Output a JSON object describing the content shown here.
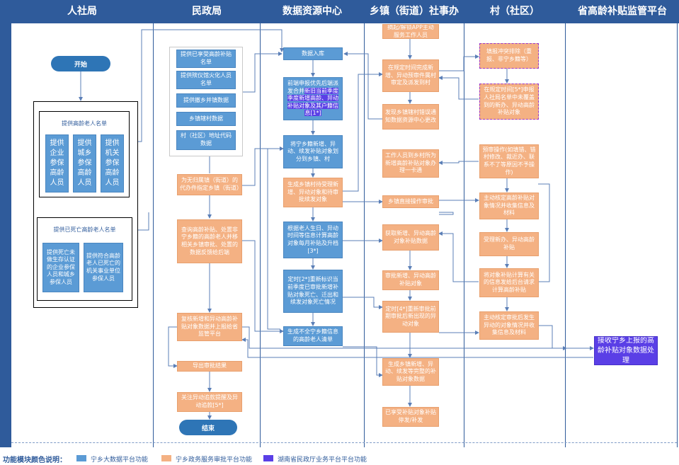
{
  "lanes": [
    "人社局",
    "民政局",
    "数据资源中心",
    "乡镇（街道）社事办",
    "村（社区）",
    "省高龄补贴监管平台"
  ],
  "nodes": {
    "start": "开始",
    "end": "结束",
    "hr_group1_title": "提供高龄老人名单",
    "hr_g1_a": "提供企业参保高龄人员",
    "hr_g1_b": "提供城乡参保高龄人员",
    "hr_g1_c": "提供机关参保高龄人员",
    "hr_group2_title": "提供已死亡高龄老人名单",
    "hr_g2_a": "提供死亡未做生存认证的企业参保人员和城乡参保人员",
    "hr_g2_b": "提供符合高龄老人已死亡的机关事业单位参保人员",
    "ca_1": "提供已享受高龄补贴名单",
    "ca_2": "提供殡仪馆火化人员名单",
    "ca_3": "提供撤乡并镇数据",
    "ca_4": "乡镇辖村数据",
    "ca_5": "村（社区）地址代码数据",
    "ca_6": "为无归属镇（街道）的代办件指定乡镇（街道）",
    "ca_7": "查询高龄补贴、处置非宁乡籍的高龄老人并移相关乡镇审批、处置的数据反馈给后端",
    "ca_8": "复核新增和异动高龄补贴对象数据并上报给省监管平台",
    "ca_9": "导出审批结果",
    "ca_10": "关注异动追款提醒及异动追款[5*]",
    "dc_1": "数据入库",
    "dc_2_pre": "前端申报优先后端派发合并",
    "dc_2_hl": "新旧当前季度季度新增高龄、异动补贴对象及其户籍信息[1*]",
    "dc_3": "将宁乡籍新增、异动、续发补贴对象划分到乡镇、村",
    "dc_4": "生成乡镇村待受理新增、异动对象和待审批续发对象",
    "dc_5": "根据老人生日、异动时间等信息计算高龄对象每月补贴及升档[3*]",
    "dc_6": "定时[2*]重新标识当前季度已审批新增补贴对象死亡、迁出和续发对象死亡情况",
    "dc_7": "生成不全宁乡籍信息的高龄老人清单",
    "tw_1": "摘起/解锁APP主动服务工作人员",
    "tw_2": "在规定时间完成新增、异动预审件属村审定及派发到村",
    "tw_3": "发现乡镇辖村错误通知数据资源中心更改",
    "tw_4": "工作人员到乡村所为新增高龄补贴对象办理一卡通",
    "tw_5": "乡镇直接操作审批",
    "tw_6": "获取新增、异动高龄对象补贴数据",
    "tw_7": "审批新增、异动高龄补贴对象",
    "tw_8": "定时[4*]重新审批前期审批后新出现的异动对象",
    "tw_9": "生成乡镇新增、异动、续发等完整的补贴对象数据",
    "tw_10": "已享受补贴对象补贴停发/补发",
    "vl_1": "填报冲突排除（重报、非宁乡籍等）",
    "vl_2": "在规定时间[5*]申报人社局名单中未覆盖到的新办、异动高龄补贴对象",
    "vl_3": "预审操作(如填错、错村修改、裁近办、联系不了等原因不予操作)",
    "vl_4": "主动核定高龄补贴对象情况并收集信息及材料",
    "vl_5": "受理新办、异动高龄补贴",
    "vl_6": "将对象补贴计算有关的信息发给后台请求计算高龄补贴",
    "vl_7": "主动核定审批后发生异动的对象情况并收集信息及材料",
    "pv_1": "接收宁乡上报的高龄补贴对象数据处理"
  },
  "legend": {
    "title": "功能模块颜色说明：",
    "items": [
      {
        "label": "宁乡大数据平台功能",
        "color": "#5b9bd5"
      },
      {
        "label": "宁乡政务服务审批平台功能",
        "color": "#f4b183"
      },
      {
        "label": "湖南省民政厅业务平台平台功能",
        "color": "#5a3fe6"
      }
    ]
  }
}
